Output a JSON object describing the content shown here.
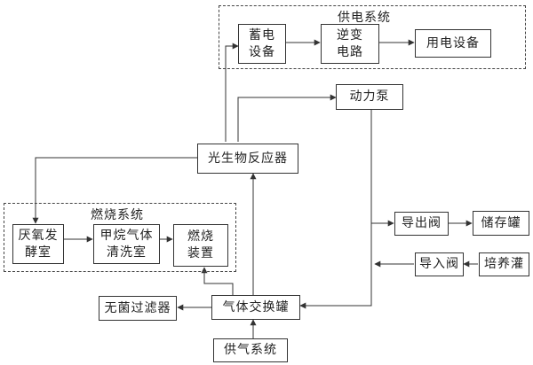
{
  "groups": {
    "power_supply": "供电系统",
    "combustion": "燃烧系统"
  },
  "nodes": {
    "battery": "蓄电\n设备",
    "inverter": "逆变\n电路",
    "electric_equipment": "用电设备",
    "power_pump": "动力泵",
    "photobioreactor": "光生物反应器",
    "anaerobic_fermentation": "厌氧发\n酵室",
    "methane_scrubber": "甲烷气体\n清洗室",
    "combustion_device": "燃烧\n装置",
    "export_valve": "导出阀",
    "storage_tank": "储存罐",
    "import_valve": "导入阀",
    "culture_tank": "培养灌",
    "sterile_filter": "无菌过滤器",
    "gas_exchange_tank": "气体交换罐",
    "gas_supply": "供气系统"
  },
  "colors": {
    "line": "#333333",
    "background": "#ffffff"
  }
}
